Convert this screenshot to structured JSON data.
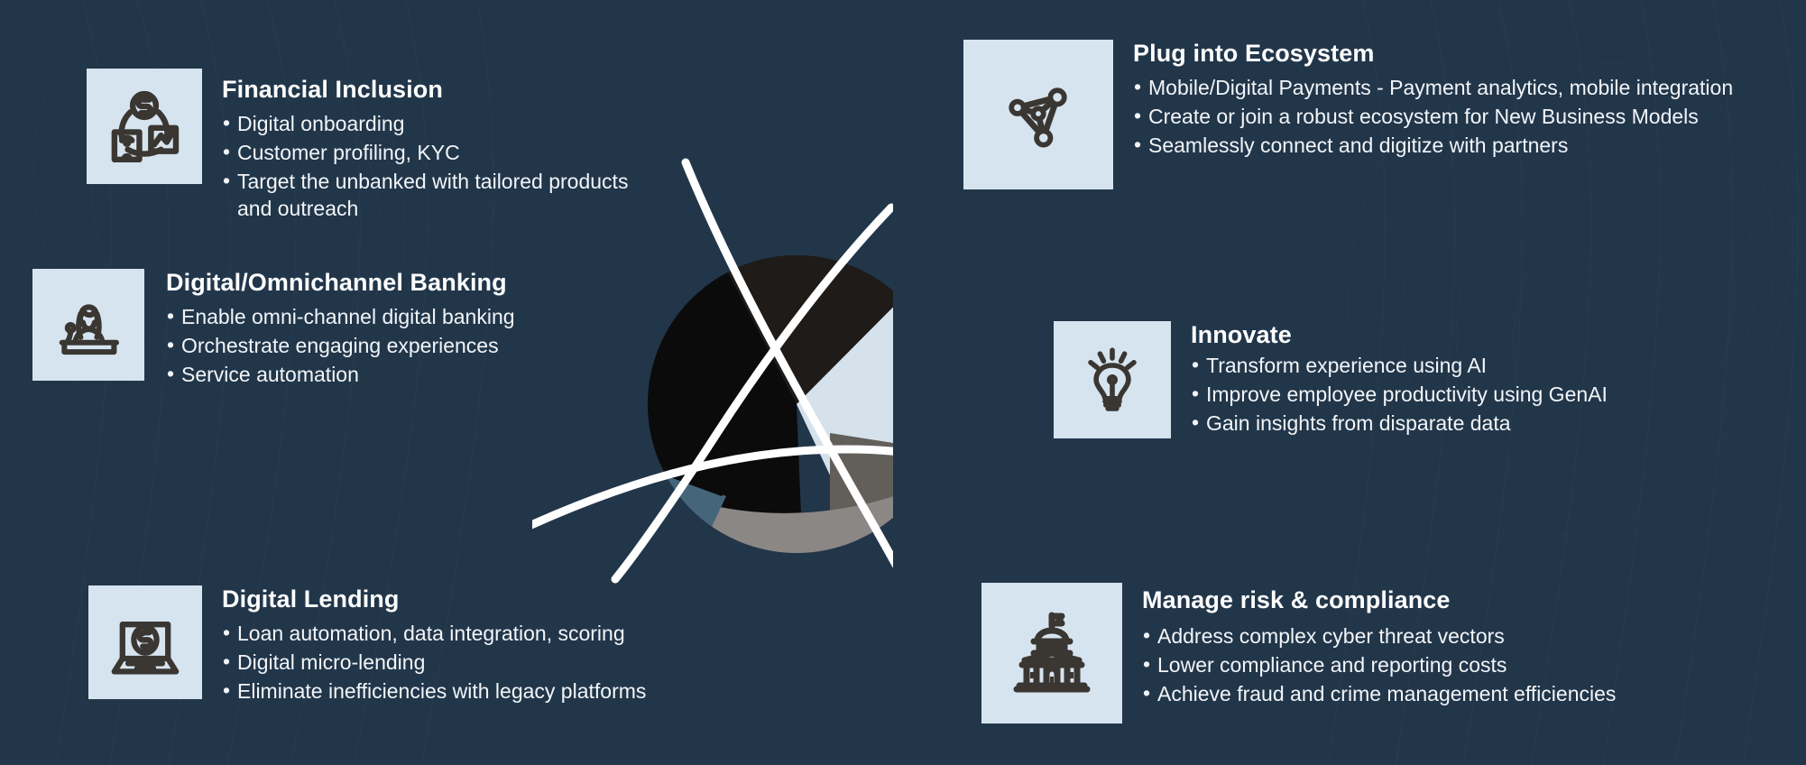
{
  "theme": {
    "background": "#22364a",
    "tile_background": "#d6e4ef",
    "icon_color": "#3a3632",
    "text_color": "#ffffff",
    "divider_color": "#ffffff",
    "segment_black": "#0b0b0c",
    "segment_dark_brown": "#1f1b18",
    "segment_light_blue": "#d5e2ec",
    "segment_gray": "#8b8785",
    "segment_taupe": "#625e5a",
    "segment_steel_blue": "#44657a"
  },
  "blocks": [
    {
      "id": "financial-inclusion",
      "icon": "money-exchange-profile-icon",
      "title": "Financial Inclusion",
      "bullets": [
        "Digital onboarding",
        "Customer profiling, KYC",
        "Target the unbanked with tailored products and outreach"
      ]
    },
    {
      "id": "omnichannel",
      "icon": "banker-at-desk-icon",
      "title": "Digital/Omnichannel Banking",
      "bullets": [
        "Enable omni-channel digital banking",
        "Orchestrate engaging experiences",
        "Service automation"
      ]
    },
    {
      "id": "digital-lending",
      "icon": "laptop-dollar-icon",
      "title": "Digital Lending",
      "bullets": [
        "Loan automation, data integration, scoring",
        "Digital micro-lending",
        "Eliminate inefficiencies with legacy platforms"
      ]
    },
    {
      "id": "ecosystem",
      "icon": "network-nodes-icon",
      "title": "Plug into Ecosystem",
      "bullets": [
        "Mobile/Digital Payments - Payment analytics, mobile integration",
        "Create or join a robust ecosystem for New Business Models",
        "Seamlessly connect and digitize with partners"
      ]
    },
    {
      "id": "innovate",
      "icon": "lightbulb-icon",
      "title": "Innovate",
      "bullets": [
        "Transform experience using AI",
        "Improve employee productivity using GenAI",
        "Gain insights from disparate data"
      ]
    },
    {
      "id": "risk",
      "icon": "government-building-icon",
      "title": "Manage risk & compliance",
      "bullets": [
        "Address complex cyber threat vectors",
        "Lower compliance and reporting costs",
        "Achieve fraud and crime management efficiencies"
      ]
    }
  ],
  "center_graphic": {
    "name": "segmented-circle-diagram",
    "description": "Circle split by three white curved dividers into colored segments",
    "segments": 6
  }
}
